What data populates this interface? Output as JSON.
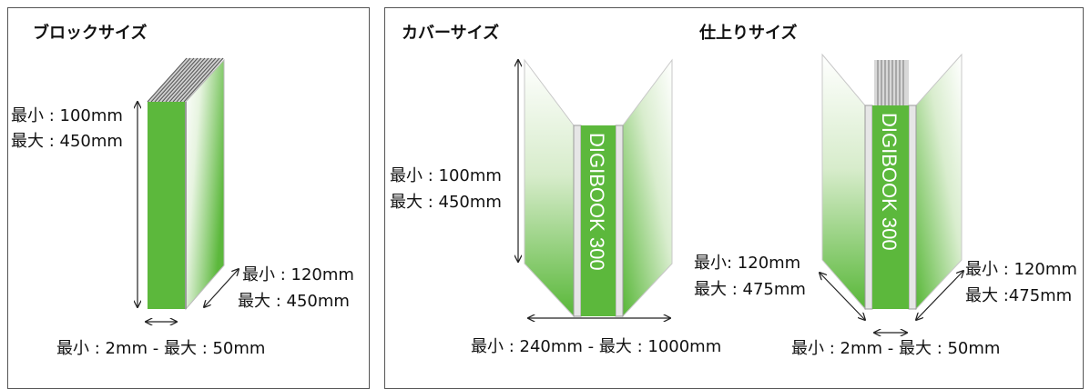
{
  "block_panel": {
    "title": "ブロックサイズ",
    "height_min": "最小 : 100mm",
    "height_max": "最大 : 450mm",
    "depth_min": "最小 : 120mm",
    "depth_max": "最大 : 450mm",
    "spine": "最小 : 2mm - 最大 : 50mm"
  },
  "cover_panel": {
    "title": "カバーサイズ",
    "spine_text": "DIGIBOOK 300",
    "height_min": "最小 : 100mm",
    "height_max": "最大 : 450mm",
    "width": "最小 : 240mm - 最大 : 1000mm"
  },
  "finished_panel": {
    "title": "仕上りサイズ",
    "spine_text": "DIGIBOOK 300",
    "left_min": "最小: 120mm",
    "left_max": "最大 : 475mm",
    "right_min": "最小 : 120mm",
    "right_max": "最大 :475mm",
    "spine": "最小 : 2mm - 最大 : 50mm"
  },
  "colors": {
    "spine_green": "#5cb83c",
    "gradient_green": "#4db52f",
    "border": "#555555"
  }
}
